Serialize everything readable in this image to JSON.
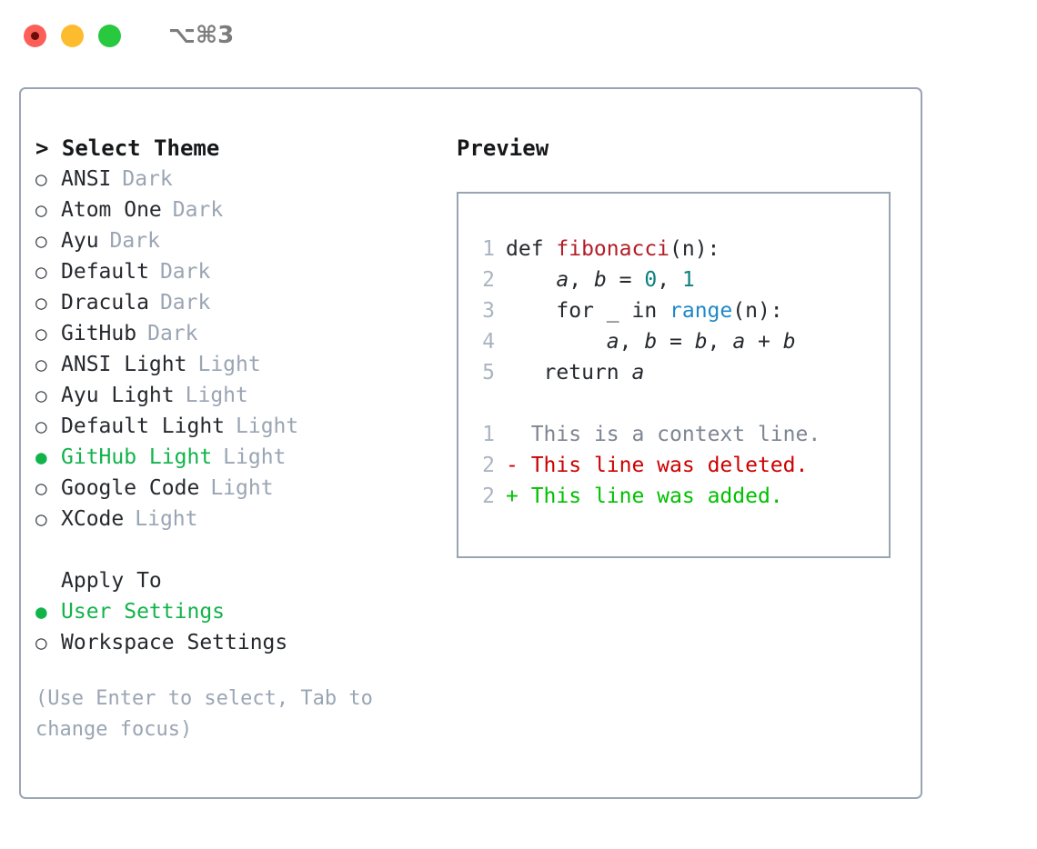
{
  "window": {
    "title": "⌥⌘3",
    "traffic_lights": [
      "close-red",
      "minimize-yellow",
      "zoom-green"
    ]
  },
  "colors": {
    "accent_green": "#12b34a",
    "muted": "#9aa5b4",
    "border": "#9aa5b4",
    "diff_added": "#00c000",
    "diff_deleted": "#cc0000",
    "syntax_function": "#b31d28",
    "syntax_builtin": "#1e88c7",
    "syntax_number": "#0d8080",
    "line_number": "#aab4c1"
  },
  "theme_list": {
    "header": "> Select Theme",
    "items": [
      {
        "marker": "○",
        "label": "ANSI",
        "tag": "Dark",
        "selected": false
      },
      {
        "marker": "○",
        "label": "Atom One",
        "tag": "Dark",
        "selected": false
      },
      {
        "marker": "○",
        "label": "Ayu",
        "tag": "Dark",
        "selected": false
      },
      {
        "marker": "○",
        "label": "Default",
        "tag": "Dark",
        "selected": false
      },
      {
        "marker": "○",
        "label": "Dracula",
        "tag": "Dark",
        "selected": false
      },
      {
        "marker": "○",
        "label": "GitHub",
        "tag": "Dark",
        "selected": false
      },
      {
        "marker": "○",
        "label": "ANSI Light",
        "tag": "Light",
        "selected": false
      },
      {
        "marker": "○",
        "label": "Ayu Light",
        "tag": "Light",
        "selected": false
      },
      {
        "marker": "○",
        "label": "Default Light",
        "tag": "Light",
        "selected": false
      },
      {
        "marker": "●",
        "label": "GitHub Light",
        "tag": "Light",
        "selected": true
      },
      {
        "marker": "○",
        "label": "Google Code",
        "tag": "Light",
        "selected": false
      },
      {
        "marker": "○",
        "label": "XCode",
        "tag": "Light",
        "selected": false
      }
    ]
  },
  "apply_to": {
    "header": "Apply To",
    "items": [
      {
        "marker": "●",
        "label": "User Settings",
        "selected": true
      },
      {
        "marker": "○",
        "label": "Workspace Settings",
        "selected": false
      }
    ]
  },
  "hint": "(Use Enter to select, Tab to change focus)",
  "preview": {
    "header": "Preview",
    "code_lines": [
      {
        "no": "1",
        "segments": [
          {
            "text": "def ",
            "type": "plain"
          },
          {
            "text": "fibonacci",
            "type": "function"
          },
          {
            "text": "(n):",
            "type": "plain"
          }
        ]
      },
      {
        "no": "2",
        "segments": [
          {
            "text": "    ",
            "type": "plain"
          },
          {
            "text": "a",
            "type": "var"
          },
          {
            "text": ", ",
            "type": "plain"
          },
          {
            "text": "b",
            "type": "var"
          },
          {
            "text": " = ",
            "type": "plain"
          },
          {
            "text": "0",
            "type": "number"
          },
          {
            "text": ", ",
            "type": "plain"
          },
          {
            "text": "1",
            "type": "number"
          }
        ]
      },
      {
        "no": "3",
        "segments": [
          {
            "text": "    for _ in ",
            "type": "plain"
          },
          {
            "text": "range",
            "type": "builtin"
          },
          {
            "text": "(n):",
            "type": "plain"
          }
        ]
      },
      {
        "no": "4",
        "segments": [
          {
            "text": "        ",
            "type": "plain"
          },
          {
            "text": "a",
            "type": "var"
          },
          {
            "text": ", ",
            "type": "plain"
          },
          {
            "text": "b",
            "type": "var"
          },
          {
            "text": " = ",
            "type": "plain"
          },
          {
            "text": "b",
            "type": "var"
          },
          {
            "text": ", ",
            "type": "plain"
          },
          {
            "text": "a",
            "type": "var"
          },
          {
            "text": " + ",
            "type": "plain"
          },
          {
            "text": "b",
            "type": "var"
          }
        ]
      },
      {
        "no": "5",
        "segments": [
          {
            "text": "   return ",
            "type": "plain"
          },
          {
            "text": "a",
            "type": "var"
          }
        ]
      }
    ],
    "diff_lines": [
      {
        "no": "1",
        "sign": " ",
        "text": " This is a context line.",
        "kind": "context"
      },
      {
        "no": "2",
        "sign": "-",
        "text": " This line was deleted.",
        "kind": "deleted"
      },
      {
        "no": "2",
        "sign": "+",
        "text": " This line was added.",
        "kind": "added"
      }
    ]
  }
}
